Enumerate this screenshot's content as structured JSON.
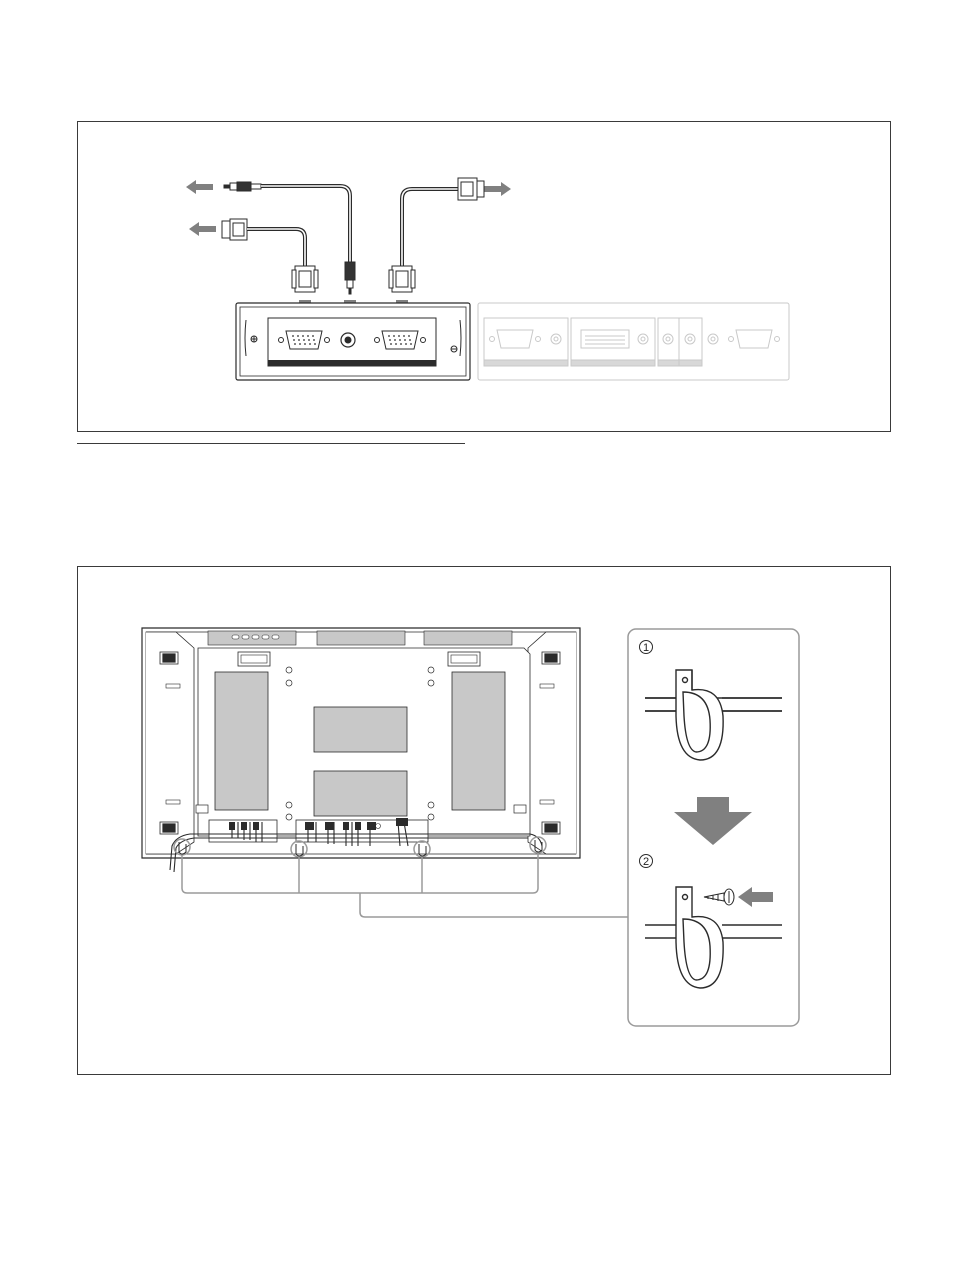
{
  "figure_top": {
    "panel_slots": 3,
    "cables": [
      "audio-cable",
      "input-vga-cable",
      "output-vga-cable"
    ]
  },
  "figure_bottom": {
    "steps": [
      {
        "marker": "1"
      },
      {
        "marker": "2"
      }
    ],
    "clamp_positions": 4
  },
  "colors": {
    "line": "#2b2b2b",
    "arrow": "#808080",
    "gray_panel": "#c8c8c8",
    "faded": "#c9c9c9",
    "callout": "#9a9a9a"
  }
}
